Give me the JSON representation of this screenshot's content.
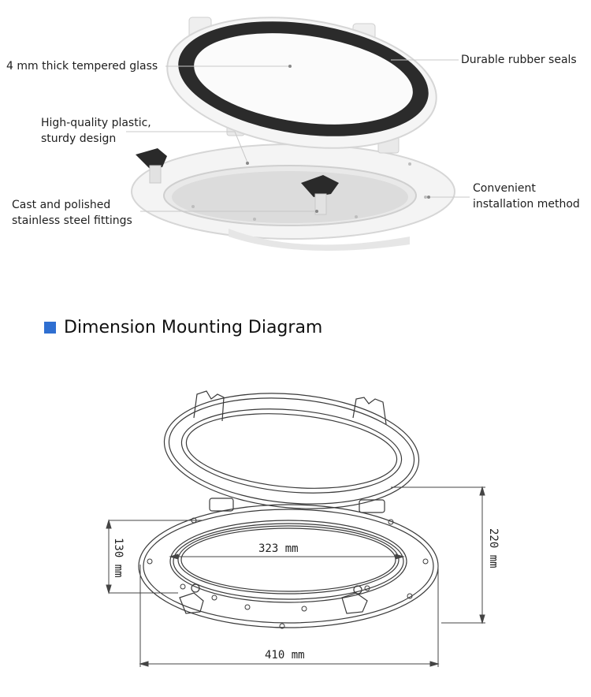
{
  "feature_labels": {
    "glass": "4 mm thick tempered glass",
    "seals": "Durable rubber seals",
    "plastic": "High-quality plastic,\nsturdy design",
    "fittings": "Cast and polished\nstainless steel fittings",
    "installation": "Convenient\ninstallation method"
  },
  "section": {
    "title": "Dimension Mounting Diagram",
    "marker_color": "#2f6fd1"
  },
  "dimensions": {
    "inner_width": "323 mm",
    "inner_height": "130 mm",
    "outer_width": "410 mm",
    "outer_height": "220 mm"
  }
}
